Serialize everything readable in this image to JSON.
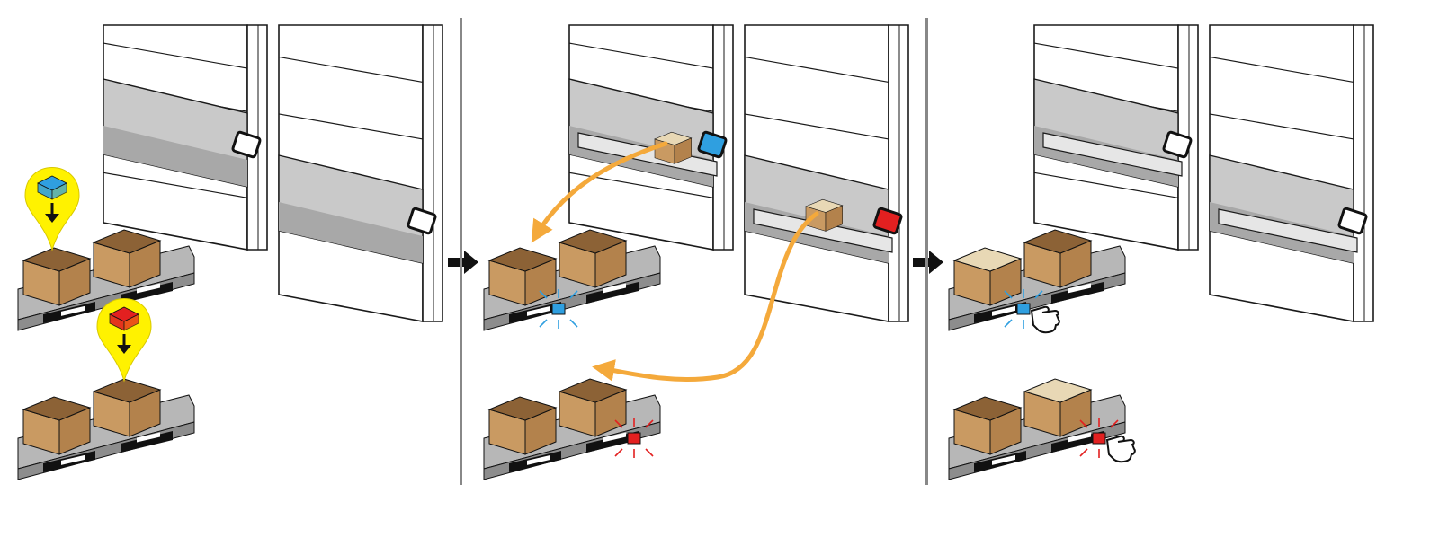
{
  "palette": {
    "cabinet_stroke": "#1a1a1a",
    "cabinet_fill": "#ffffff",
    "opening_gray": "#c9c9c9",
    "opening_dark": "#a8a8a8",
    "tray": "#e6e6e6",
    "conveyor_top": "#b7b7b7",
    "conveyor_side": "#8d8d8d",
    "box_front": "#c99a62",
    "box_side": "#b3824c",
    "box_inner": "#8c6236",
    "item_light": "#e8d8b5",
    "arrow_path": "#f4a93b",
    "pin_yellow": "#fff200",
    "blue": "#2f9fe0",
    "red": "#e32020",
    "black": "#111111"
  },
  "panels": [
    {
      "step": 1,
      "cabinet_indicators": [
        "off",
        "off"
      ],
      "trays_out": [
        false,
        false
      ],
      "upper_conveyor": {
        "lamp": "off",
        "hand": false,
        "left_box_filled": false
      },
      "lower_conveyor": {
        "lamp": "off",
        "hand": false,
        "right_box_filled": false
      },
      "pins": [
        {
          "color": "blue",
          "target": "upper-left-box"
        },
        {
          "color": "red",
          "target": "lower-right-box"
        }
      ],
      "flows": []
    },
    {
      "step": 2,
      "cabinet_indicators": [
        "blue",
        "red"
      ],
      "trays_out": [
        true,
        true
      ],
      "upper_conveyor": {
        "lamp": "blue",
        "hand": false,
        "left_box_filled": false
      },
      "lower_conveyor": {
        "lamp": "red",
        "hand": false,
        "right_box_filled": false
      },
      "pins": [],
      "flows": [
        {
          "from": "cabinet-1-tray",
          "to": "upper-left-box"
        },
        {
          "from": "cabinet-2-tray",
          "to": "lower-right-box"
        }
      ]
    },
    {
      "step": 3,
      "cabinet_indicators": [
        "off",
        "off"
      ],
      "trays_out": [
        true,
        true
      ],
      "upper_conveyor": {
        "lamp": "blue",
        "hand": true,
        "left_box_filled": true
      },
      "lower_conveyor": {
        "lamp": "red",
        "hand": true,
        "right_box_filled": true
      },
      "pins": [],
      "flows": []
    }
  ],
  "transition_icons": [
    "arrow-right-icon",
    "arrow-right-icon"
  ]
}
